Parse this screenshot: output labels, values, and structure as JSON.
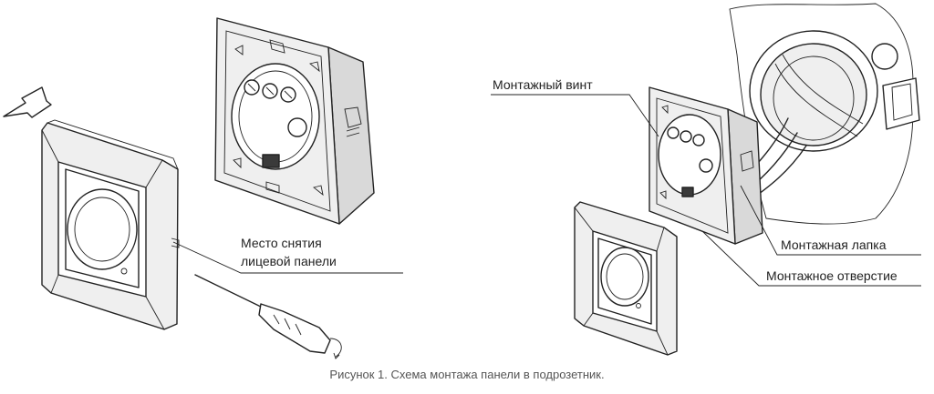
{
  "labels": {
    "faceplate_removal_line1": "Место снятия",
    "faceplate_removal_line2": "лицевой панели",
    "mounting_screw": "Монтажный винт",
    "mounting_tab": "Монтажная лапка",
    "mounting_hole": "Монтажное отверстие"
  },
  "caption": "Рисунок 1. Схема монтажа панели в подрозетник."
}
